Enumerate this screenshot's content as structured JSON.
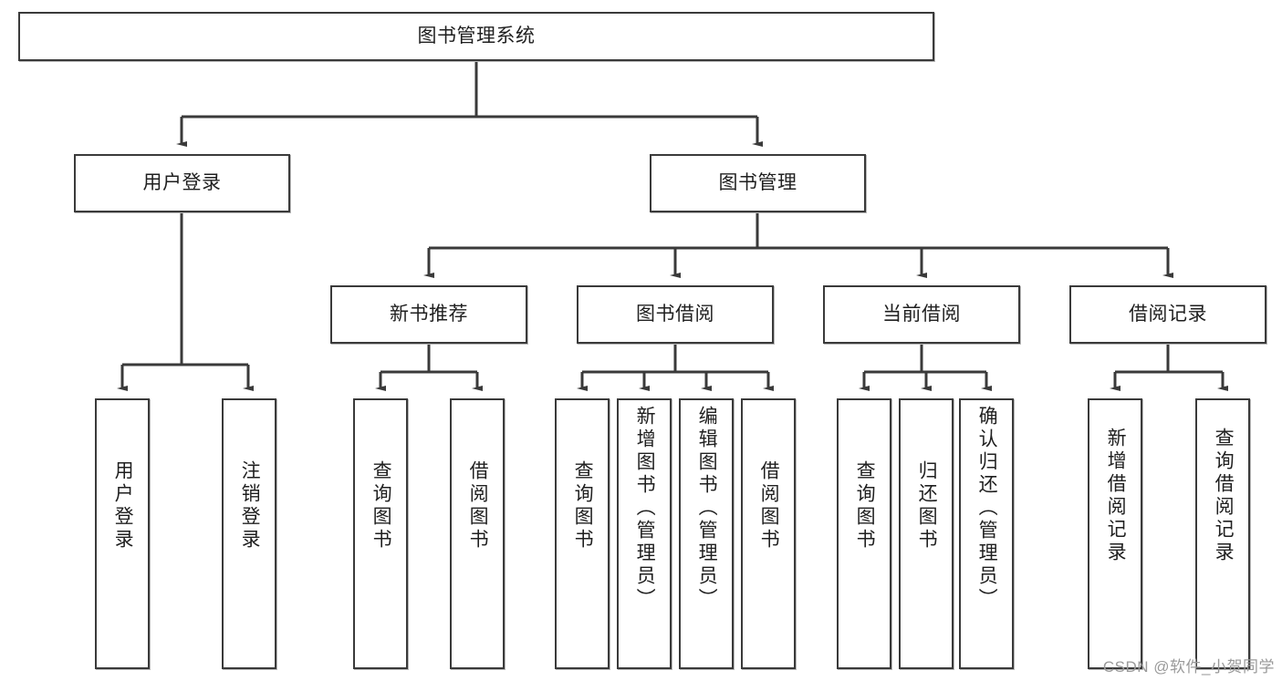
{
  "diagram": {
    "type": "tree-hierarchy",
    "title": "图书管理系统",
    "orientation": "top-down",
    "line_color": "#3a3a3a",
    "box_fill": "#ffffff",
    "text_color": "#1f1f1f",
    "watermark": "CSDN @软件_小贺同学",
    "root": {
      "label": "图书管理系统"
    },
    "level1": [
      {
        "label": "用户登录"
      },
      {
        "label": "图书管理"
      }
    ],
    "level2": [
      {
        "label": "新书推荐"
      },
      {
        "label": "图书借阅"
      },
      {
        "label": "当前借阅"
      },
      {
        "label": "借阅记录"
      }
    ],
    "leaves": {
      "user_login": [
        {
          "label": "用户登录"
        },
        {
          "label": "注销登录"
        }
      ],
      "new_book_recommend": [
        {
          "label": "查询图书"
        },
        {
          "label": "借阅图书"
        }
      ],
      "book_borrow": [
        {
          "label": "查询图书"
        },
        {
          "label": "新增图书（管理员）"
        },
        {
          "label": "编辑图书（管理员）"
        },
        {
          "label": "借阅图书"
        }
      ],
      "current_borrow": [
        {
          "label": "查询图书"
        },
        {
          "label": "归还图书"
        },
        {
          "label": "确认归还（管理员）"
        }
      ],
      "borrow_record": [
        {
          "label": "新增借阅记录"
        },
        {
          "label": "查询借阅记录"
        }
      ]
    }
  }
}
